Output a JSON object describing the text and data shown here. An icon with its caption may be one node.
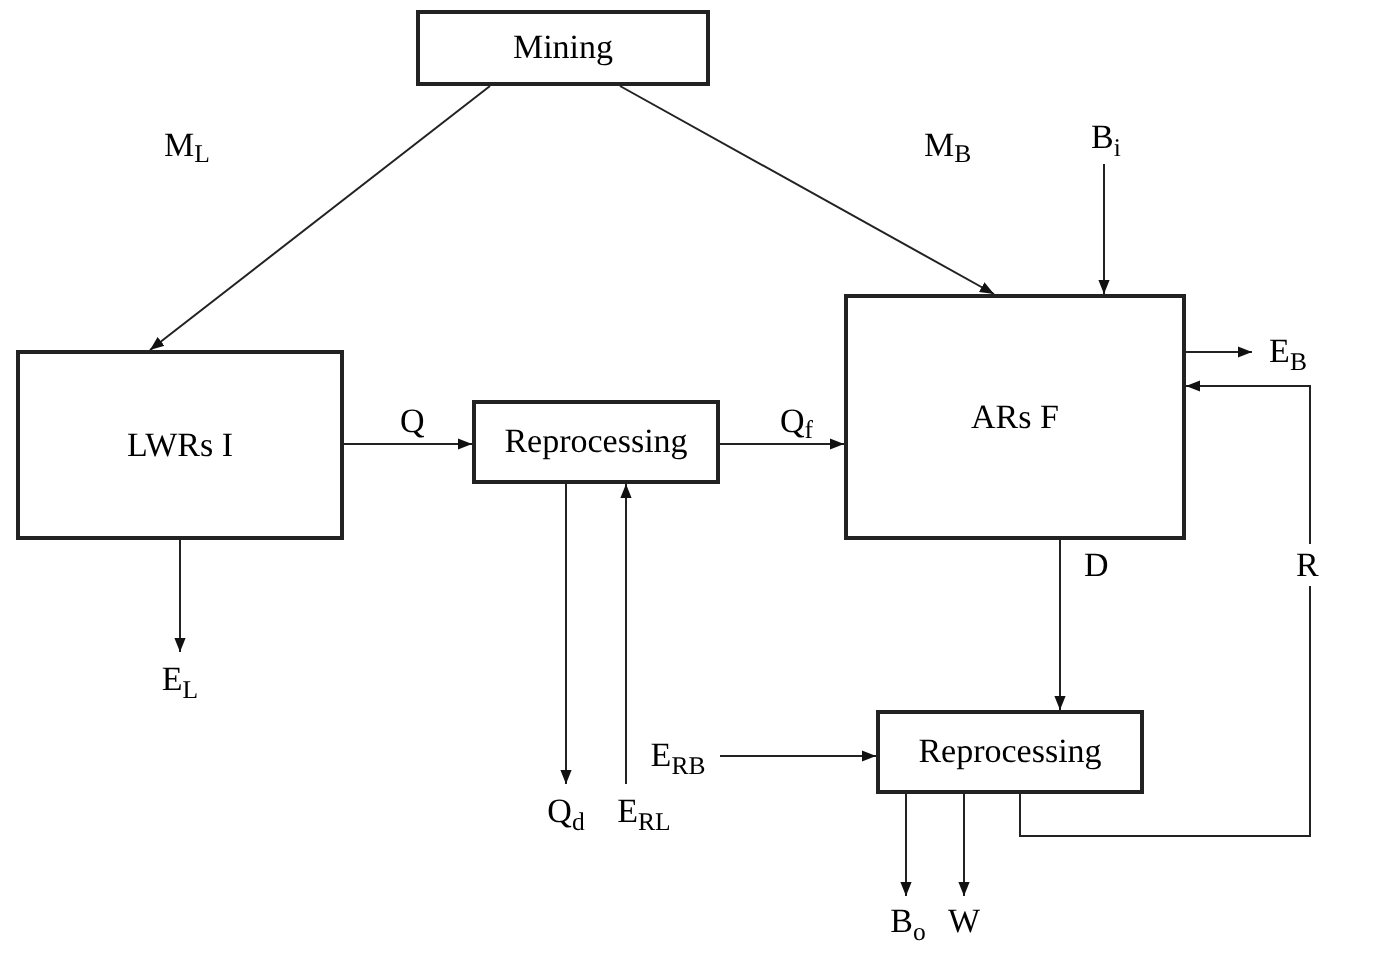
{
  "diagram": {
    "nodes": [
      {
        "text": [
          "Mining"
        ]
      },
      {
        "text": [
          "LWRs I"
        ]
      },
      {
        "text": [
          "Reprocessing"
        ]
      },
      {
        "text": [
          "ARs F"
        ]
      },
      {
        "text": [
          "Reprocessing"
        ]
      },
      {
        "text": [
          "E$_{L}$"
        ]
      },
      {
        "text": [
          "Q$_{d}$"
        ]
      },
      {
        "text": [
          "E$_{RL}$"
        ]
      },
      {
        "text": [
          "E$_{B}$"
        ]
      },
      {
        "text": [
          "E$_{RB}$"
        ]
      },
      {
        "text": [
          "B$_{o}$"
        ]
      },
      {
        "text": [
          "W"
        ]
      },
      {
        "text": [
          "B$_{i}$"
        ]
      }
    ],
    "edges": [
      {
        "from": 0,
        "to": 1,
        "arrow": "to",
        "label": "M$_{L}$"
      },
      {
        "from": 0,
        "to": 3,
        "arrow": "to",
        "label": "M$_{B}$"
      },
      {
        "from": 1,
        "to": 2,
        "arrow": "to",
        "label": "Q"
      },
      {
        "from": 2,
        "to": 3,
        "arrow": "to",
        "label": "Q$_{f}$"
      },
      {
        "from": 1,
        "to": 5,
        "arrow": "to"
      },
      {
        "from": 2,
        "to": 6,
        "arrow": "to"
      },
      {
        "from": 7,
        "to": 2,
        "arrow": "to"
      },
      {
        "from": 3,
        "to": 8,
        "arrow": "to"
      },
      {
        "from": 12,
        "to": 3,
        "arrow": "to"
      },
      {
        "from": 3,
        "to": 4,
        "arrow": "to",
        "label": "D"
      },
      {
        "from": 9,
        "to": 4,
        "arrow": "to"
      },
      {
        "from": 4,
        "to": 10,
        "arrow": "to"
      },
      {
        "from": 4,
        "to": 11,
        "arrow": "to"
      },
      {
        "from": 4,
        "to": 3,
        "arrow": "to",
        "label": "R"
      }
    ]
  }
}
